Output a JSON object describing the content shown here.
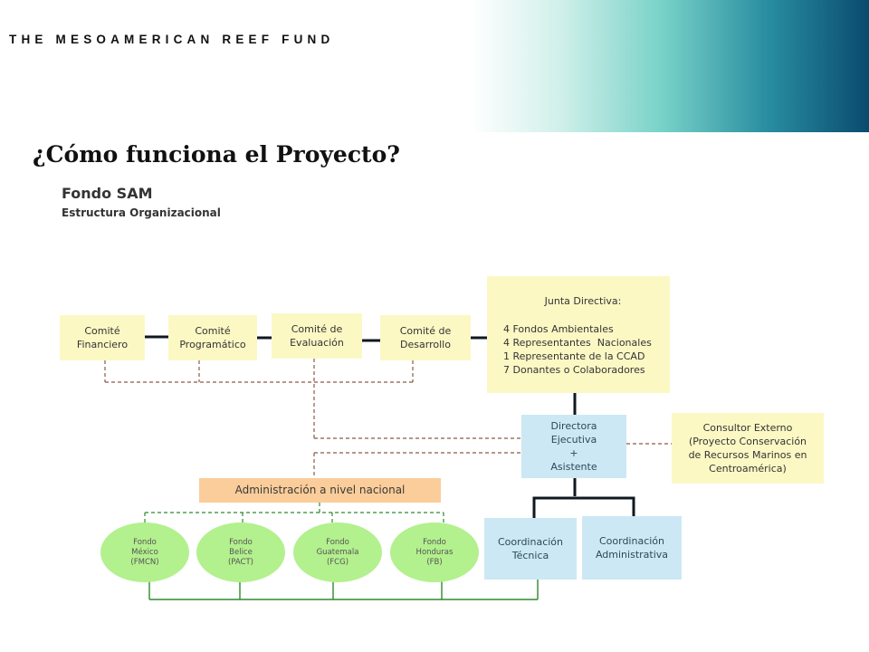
{
  "header": {
    "brand": "THE MESOAMERICAN REEF FUND",
    "title": "¿Cómo funciona el Proyecto?"
  },
  "org_chart": {
    "heading": "Fondo SAM",
    "subheading": "Estructura Organizacional",
    "committees": [
      {
        "line1": "Comité",
        "line2": "Financiero"
      },
      {
        "line1": "Comité",
        "line2": "Programático"
      },
      {
        "line1": "Comité de",
        "line2": "Evaluación"
      },
      {
        "line1": "Comité de",
        "line2": "Desarrollo"
      }
    ],
    "junta": {
      "title": "Junta Directiva:",
      "lines": [
        "4 Fondos Ambientales",
        "4 Representantes  Nacionales",
        "1 Representante de la CCAD",
        "7 Donantes o Colaboradores"
      ]
    },
    "directora": {
      "line1": "Directora",
      "line2": "Ejecutiva",
      "line3": "+",
      "line4": "Asistente"
    },
    "consultor": {
      "line1": "Consultor Externo",
      "line2": "(Proyecto Conservación",
      "line3": "de Recursos Marinos en",
      "line4": "Centroamérica)"
    },
    "administracion": "Administración a nivel nacional",
    "fondos": [
      {
        "line1": "Fondo",
        "line2": "México",
        "line3": "(FMCN)"
      },
      {
        "line1": "Fondo",
        "line2": "Belice",
        "line3": "(PACT)"
      },
      {
        "line1": "Fondo",
        "line2": "Guatemala",
        "line3": "(FCG)"
      },
      {
        "line1": "Fondo",
        "line2": "Honduras",
        "line3": "(FB)"
      }
    ],
    "coord_tecnica": {
      "line1": "Coordinación",
      "line2": "Técnica"
    },
    "coord_admin": {
      "line1": "Coordinación",
      "line2": "Administrativa"
    }
  },
  "colors": {
    "committee_fill": "#fcf8c4",
    "staff_fill": "#cce8f4",
    "admin_fill": "#fbcd9a",
    "fund_fill": "#b3f08e",
    "solid_line": "#101820",
    "dashed_line": "#8a5a48",
    "green_line": "#2e8a2e"
  }
}
